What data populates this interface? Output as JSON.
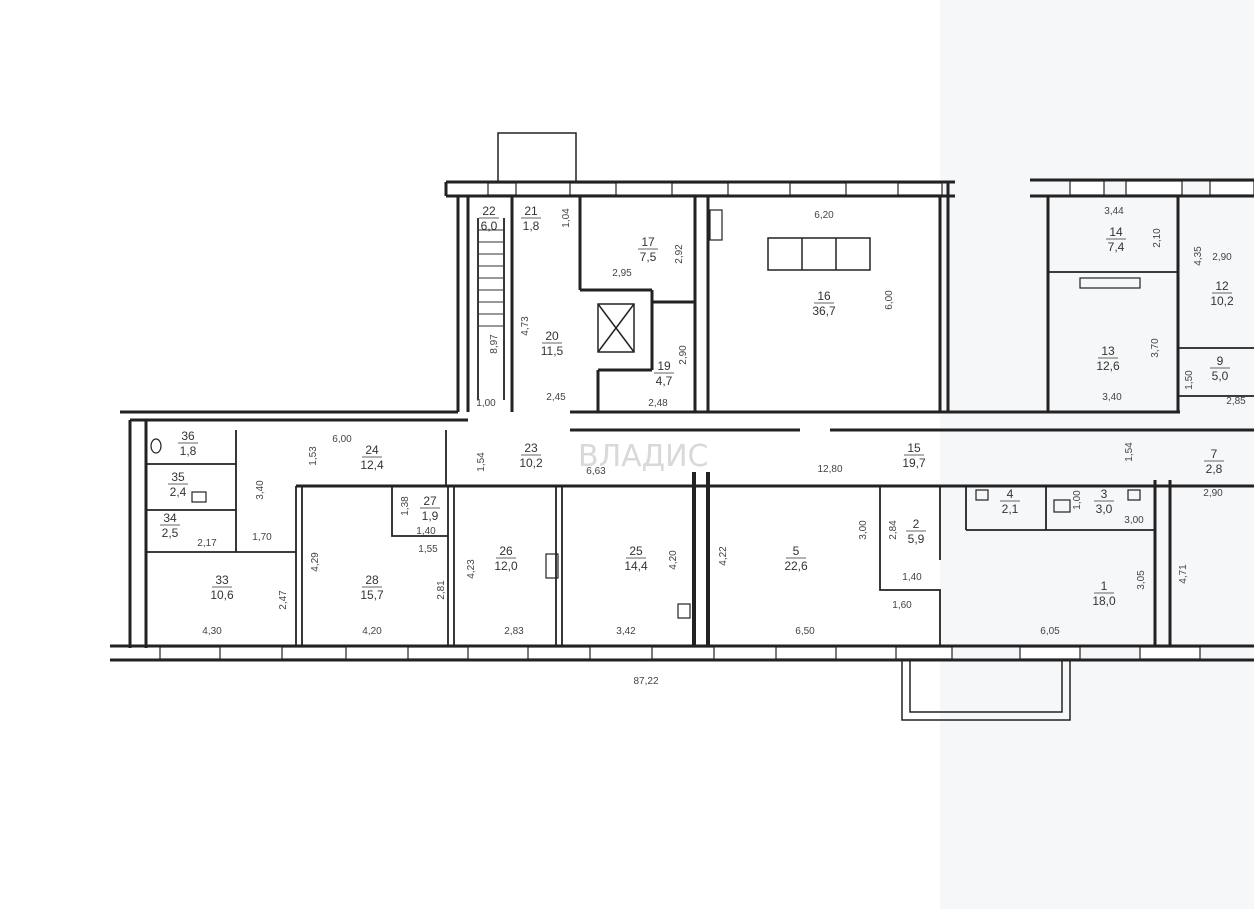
{
  "watermark": "ВЛАДИС",
  "rooms": [
    {
      "id": "1",
      "number": "1",
      "area": "18,0"
    },
    {
      "id": "2",
      "number": "2",
      "area": "5,9"
    },
    {
      "id": "3",
      "number": "3",
      "area": "3,0"
    },
    {
      "id": "4",
      "number": "4",
      "area": "2,1"
    },
    {
      "id": "5",
      "number": "5",
      "area": "22,6"
    },
    {
      "id": "7",
      "number": "7",
      "area": "2,8"
    },
    {
      "id": "9",
      "number": "9",
      "area": "5,0"
    },
    {
      "id": "12",
      "number": "12",
      "area": "10,2"
    },
    {
      "id": "13",
      "number": "13",
      "area": "12,6"
    },
    {
      "id": "14",
      "number": "14",
      "area": "7,4"
    },
    {
      "id": "15",
      "number": "15",
      "area": "19,7"
    },
    {
      "id": "16",
      "number": "16",
      "area": "36,7"
    },
    {
      "id": "17",
      "number": "17",
      "area": "7,5"
    },
    {
      "id": "19",
      "number": "19",
      "area": "4,7"
    },
    {
      "id": "20",
      "number": "20",
      "area": "11,5"
    },
    {
      "id": "21",
      "number": "21",
      "area": "1,8"
    },
    {
      "id": "22",
      "number": "22",
      "area": "6,0"
    },
    {
      "id": "23",
      "number": "23",
      "area": "10,2"
    },
    {
      "id": "24",
      "number": "24",
      "area": "12,4"
    },
    {
      "id": "25",
      "number": "25",
      "area": "14,4"
    },
    {
      "id": "26",
      "number": "26",
      "area": "12,0"
    },
    {
      "id": "27",
      "number": "27",
      "area": "1,9"
    },
    {
      "id": "28",
      "number": "28",
      "area": "15,7"
    },
    {
      "id": "33",
      "number": "33",
      "area": "10,6"
    },
    {
      "id": "34",
      "number": "34",
      "area": "2,5"
    },
    {
      "id": "35",
      "number": "35",
      "area": "2,4"
    },
    {
      "id": "36",
      "number": "36",
      "area": "1,8"
    }
  ],
  "dimensions": [
    "6,20",
    "6,00",
    "2,92",
    "2,95",
    "2,90",
    "2,48",
    "4,73",
    "2,45",
    "1,00",
    "1,04",
    "8,97",
    "3,44",
    "2,10",
    "4,35",
    "2,90",
    "3,70",
    "3,40",
    "1,50",
    "2,85",
    "6,00",
    "1,53",
    "3,40",
    "1,54",
    "6,63",
    "12,80",
    "1,54",
    "1,38",
    "1,40",
    "1,55",
    "2,17",
    "1,70",
    "4,29",
    "2,47",
    "2,81",
    "4,23",
    "4,20",
    "4,22",
    "3,00",
    "2,84",
    "1,40",
    "1,60",
    "1,00",
    "3,00",
    "3,05",
    "4,71",
    "2,90",
    "4,30",
    "4,20",
    "2,83",
    "3,42",
    "6,50",
    "6,05",
    "87,22"
  ]
}
